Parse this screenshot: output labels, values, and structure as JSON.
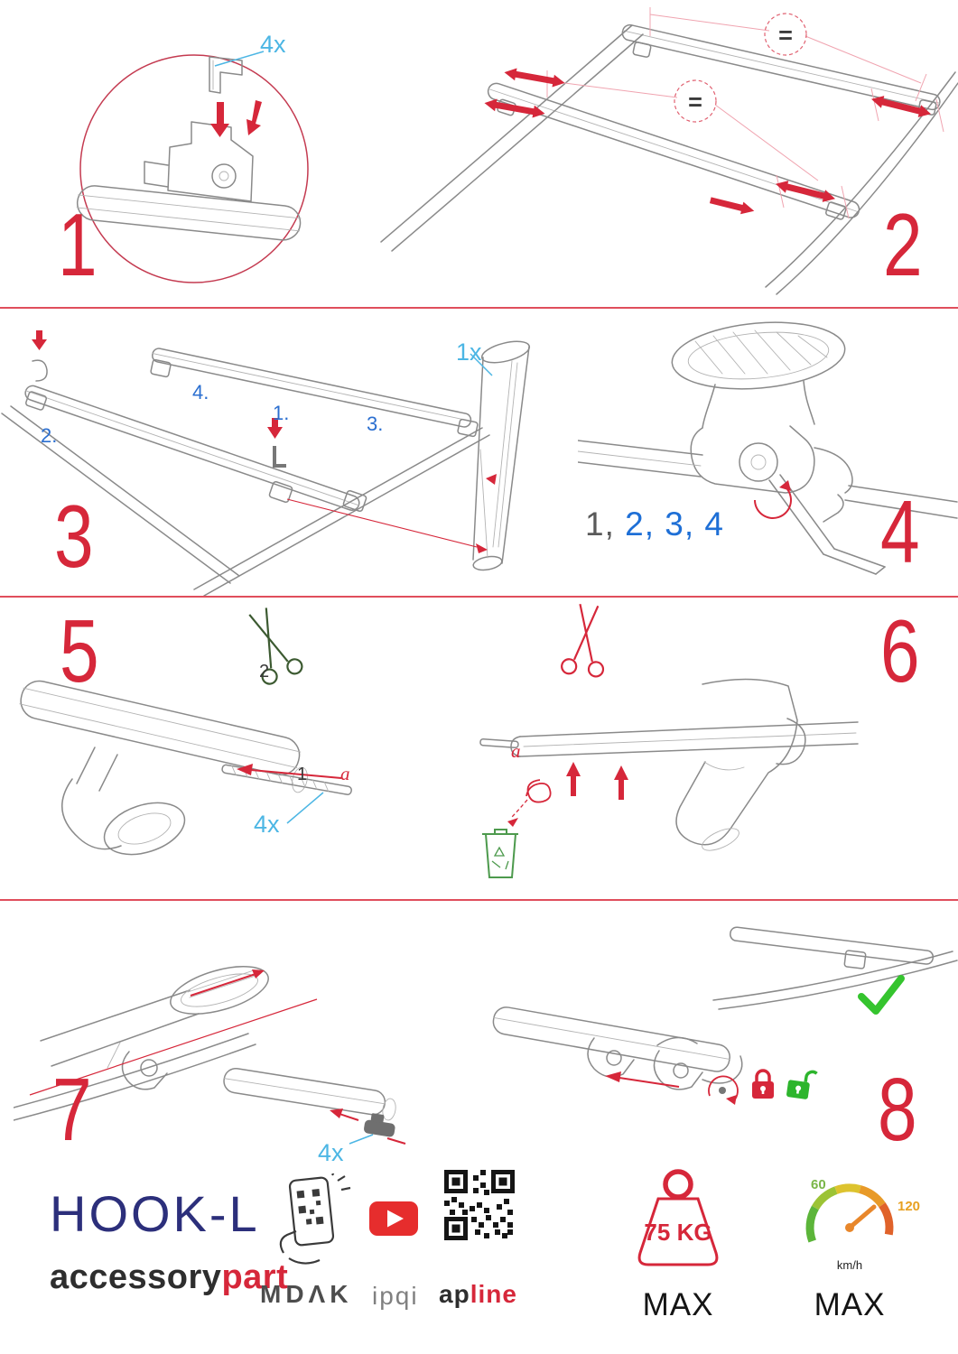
{
  "colors": {
    "step_red": "#d6273a",
    "qty_blue": "#4cb6e4",
    "step_blue": "#2b6fd0",
    "navy": "#2c2f7b",
    "check_green": "#35c42e",
    "lock_green": "#2db52d",
    "speed_green": "#7ab648",
    "speed_orange": "#e8a020"
  },
  "steps": {
    "s1": {
      "number": "1",
      "qty": "4x"
    },
    "s2": {
      "number": "2",
      "eq": "="
    },
    "s3": {
      "number": "3",
      "qty": "1x",
      "l1": "1.",
      "l2": "2.",
      "l3": "3.",
      "l4": "4."
    },
    "s4": {
      "number": "4",
      "seq_first": "1, ",
      "seq_rest": "2, 3, 4"
    },
    "s5": {
      "number": "5",
      "qty": "4x",
      "a": "a",
      "n1": "1",
      "n2": "2"
    },
    "s6": {
      "number": "6",
      "a": "a"
    },
    "s7": {
      "number": "7",
      "qty": "4x"
    },
    "s8": {
      "number": "8"
    }
  },
  "footer": {
    "product": "HOOK-L",
    "brand_dark": "accessory",
    "brand_red": "part",
    "logo_mdak": "MDΛK",
    "logo_ipqi": "ipqi",
    "logo_ap": "ap",
    "logo_line": "line",
    "weight_value": "75 KG",
    "weight_max": "MAX",
    "speed_low": "60",
    "speed_high": "120",
    "speed_unit": "km/h",
    "speed_max": "MAX"
  }
}
